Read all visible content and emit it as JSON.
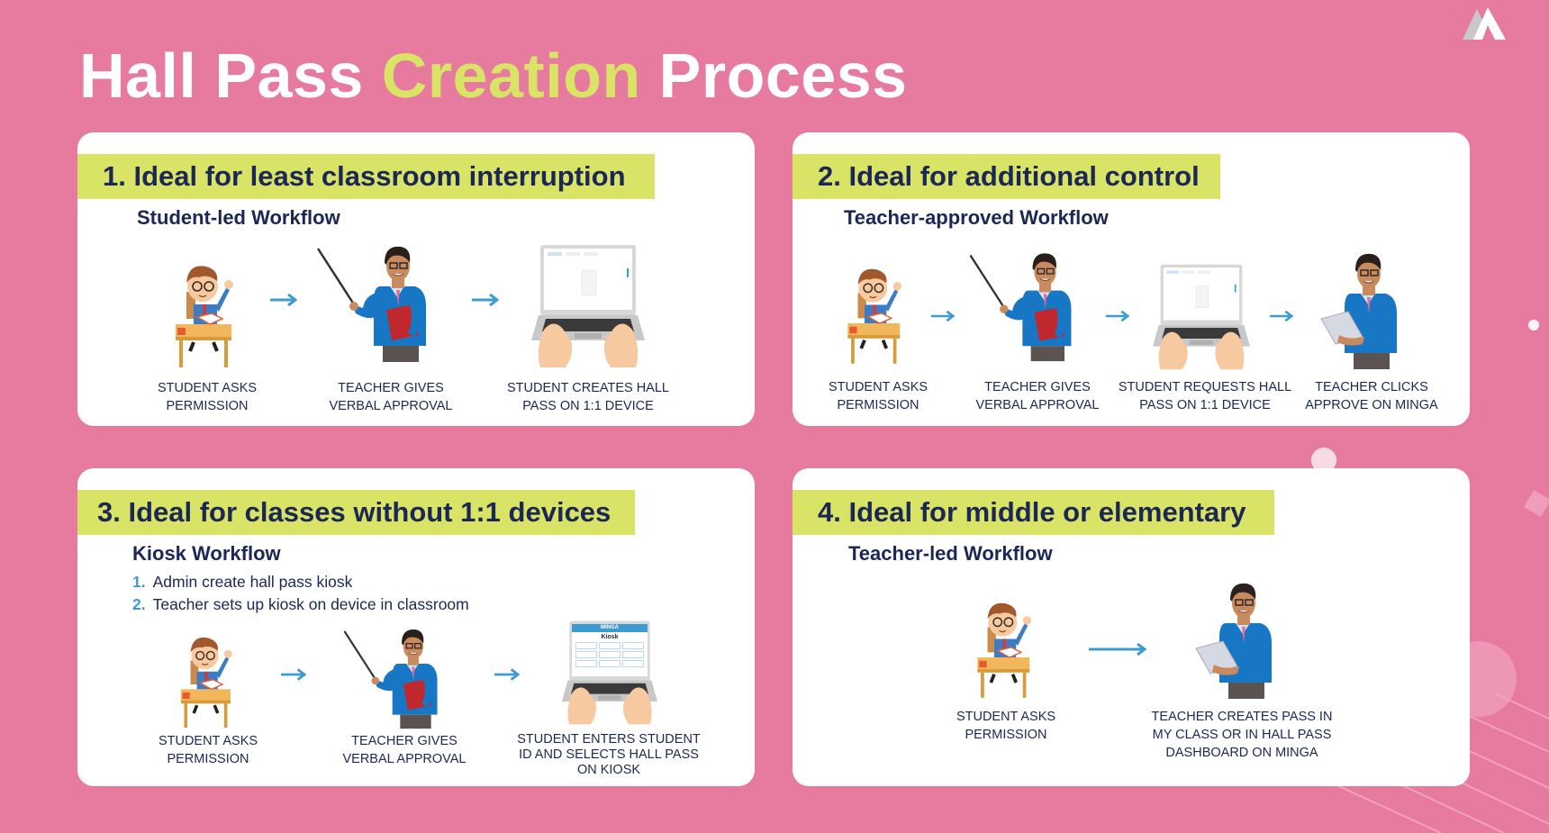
{
  "title": {
    "part1": "Hall Pass",
    "highlight": "Creation",
    "part2": "Process"
  },
  "colors": {
    "background": "#e67a9f",
    "highlight": "#d9e365",
    "navy": "#1b2754",
    "arrow": "#3d9bd2",
    "card": "#ffffff"
  },
  "logo": {
    "icon": "minga-logo-icon"
  },
  "cards": [
    {
      "heading": "1. Ideal for least classroom interruption",
      "subtitle": "Student-led Workflow",
      "steps": [
        {
          "label": "STUDENT ASKS\nPERMISSION",
          "icon": "student-raising-hand-icon"
        },
        {
          "label": "TEACHER GIVES\nVERBAL APPROVAL",
          "icon": "teacher-pointer-icon"
        },
        {
          "label": "STUDENT CREATES HALL\nPASS ON 1:1 DEVICE",
          "icon": "laptop-typing-icon"
        }
      ]
    },
    {
      "heading": "2. Ideal for additional control",
      "subtitle": "Teacher-approved Workflow",
      "steps": [
        {
          "label": "STUDENT ASKS\nPERMISSION",
          "icon": "student-raising-hand-icon"
        },
        {
          "label": "TEACHER GIVES\nVERBAL APPROVAL",
          "icon": "teacher-pointer-icon"
        },
        {
          "label": "STUDENT REQUESTS HALL\nPASS ON 1:1 DEVICE",
          "icon": "laptop-typing-icon"
        },
        {
          "label": "TEACHER CLICKS\nAPPROVE ON MINGA",
          "icon": "teacher-tablet-icon"
        }
      ]
    },
    {
      "heading": "3. Ideal for classes without 1:1 devices",
      "subtitle": "Kiosk Workflow",
      "list": [
        {
          "num": "1.",
          "text": "Admin create hall pass kiosk"
        },
        {
          "num": "2.",
          "text": "Teacher sets up kiosk on device in classroom"
        }
      ],
      "kiosk_screen": {
        "brand": "MINGA",
        "title": "Kiosk"
      },
      "steps": [
        {
          "label": "STUDENT ASKS\nPERMISSION",
          "icon": "student-raising-hand-icon"
        },
        {
          "label": "TEACHER GIVES\nVERBAL APPROVAL",
          "icon": "teacher-pointer-icon"
        },
        {
          "label": "STUDENT ENTERS STUDENT\nID AND SELECTS HALL PASS\nON KIOSK",
          "icon": "kiosk-laptop-icon"
        }
      ]
    },
    {
      "heading": "4. Ideal for middle or elementary",
      "subtitle": "Teacher-led Workflow",
      "steps": [
        {
          "label": "STUDENT ASKS\nPERMISSION",
          "icon": "student-raising-hand-icon"
        },
        {
          "label": "TEACHER CREATES PASS IN\nMY CLASS OR IN HALL PASS\nDASHBOARD ON MINGA",
          "icon": "teacher-tablet-icon"
        }
      ]
    }
  ]
}
